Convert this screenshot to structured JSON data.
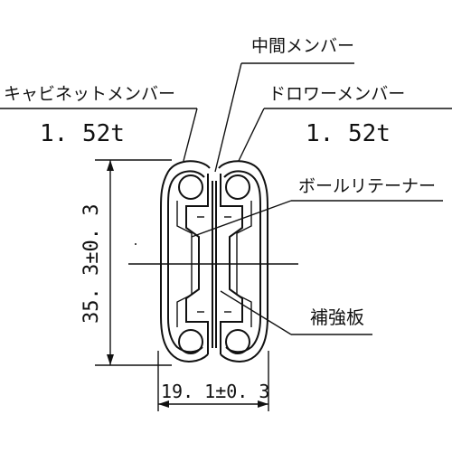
{
  "labels": {
    "cabinet_member": "キャビネットメンバー",
    "cabinet_thickness": "1. 52t",
    "middle_member": "中間メンバー",
    "drawer_member": "ドロワーメンバー",
    "drawer_thickness": "1. 52t",
    "ball_retainer": "ボールリテーナー",
    "reinforcement_plate": "補強板"
  },
  "dimensions": {
    "height": "35. 3±0. 3",
    "width": "19. 1±0. 3"
  }
}
